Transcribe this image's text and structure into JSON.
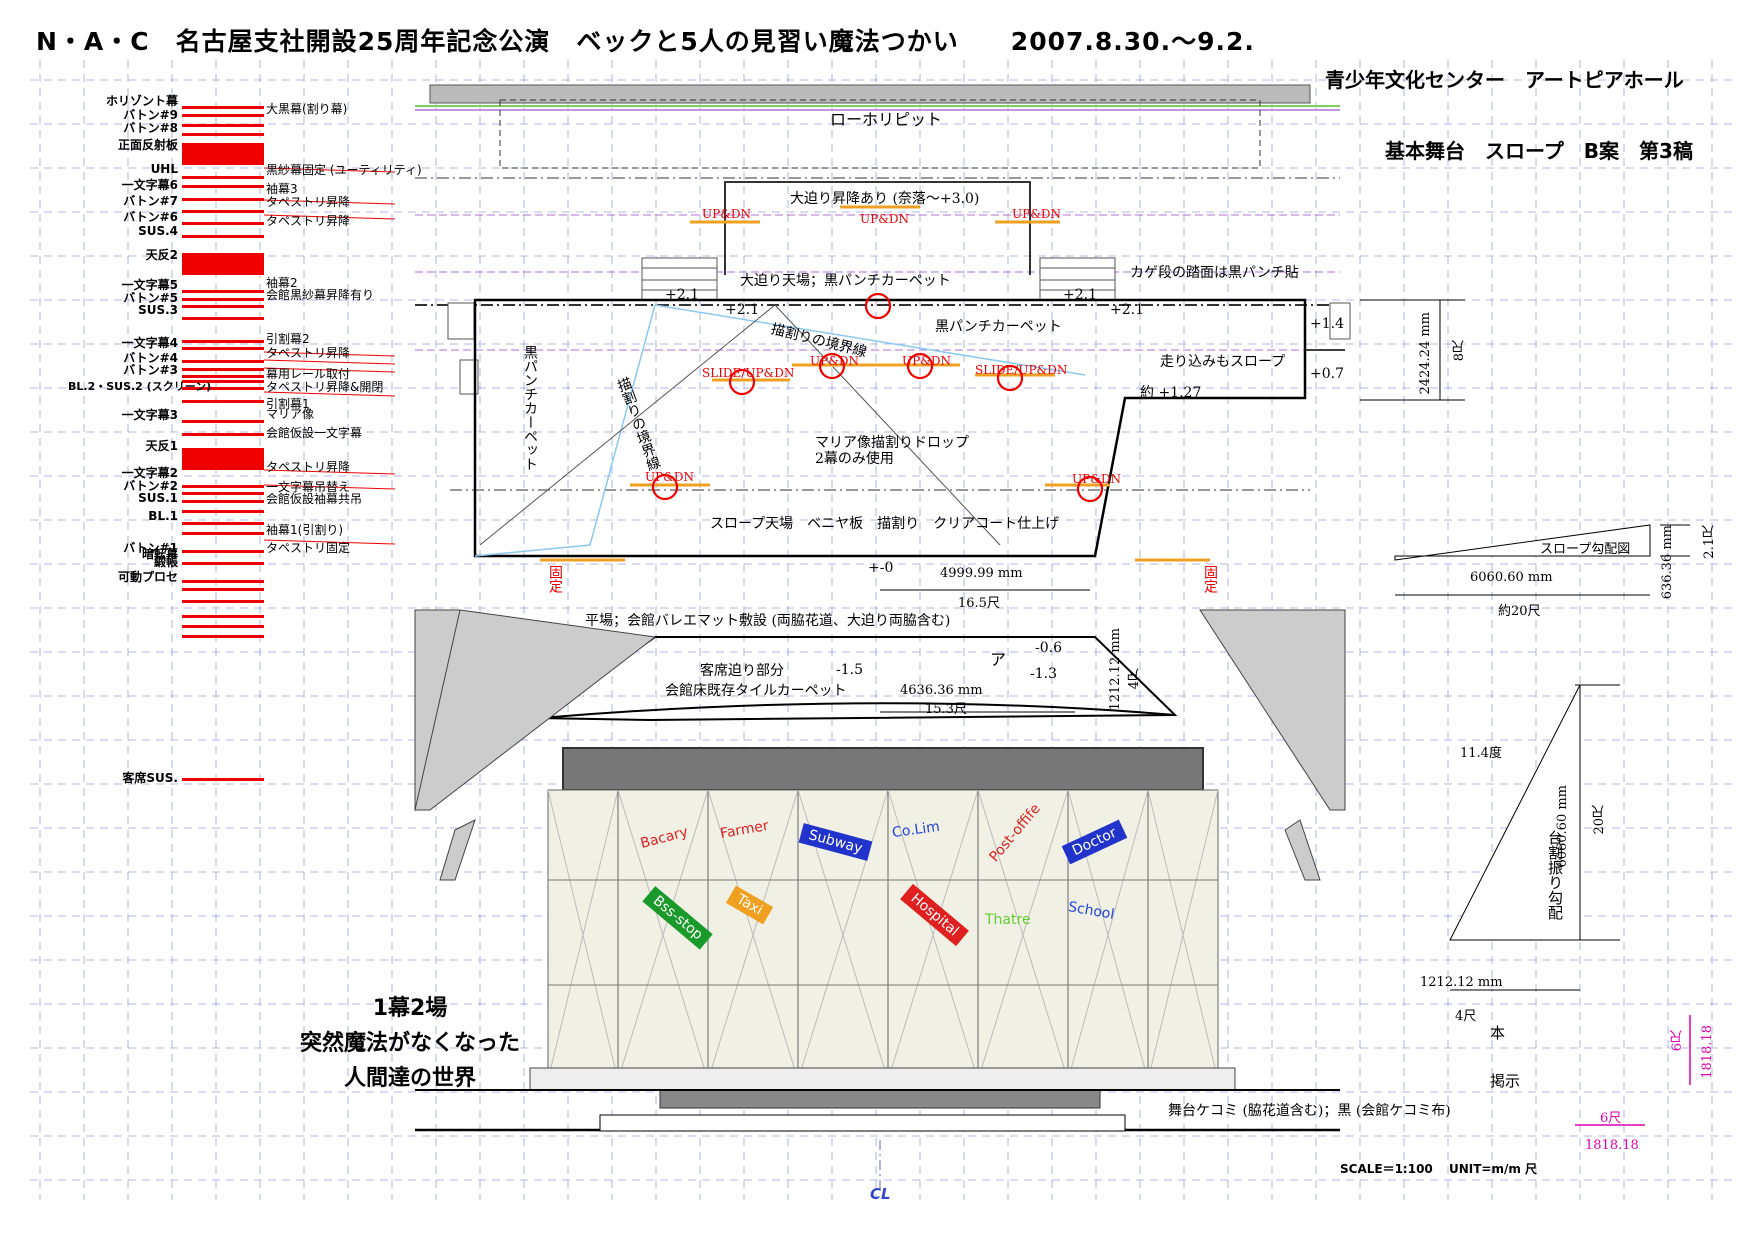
{
  "header": {
    "title": "N・A・C　名古屋支社開設25周年記念公演　ベックと5人の見習い魔法つかい　　2007.8.30.〜9.2.",
    "venue": "青少年文化センター　アートピアホール",
    "plan": "基本舞台　スロープ　B案　第3稿"
  },
  "left_labels": [
    "ホリゾント幕",
    "バトン#9",
    "バトン#8",
    "正面反射板",
    "UHL",
    "一文字幕6",
    "バトン#7",
    "バトン#6",
    "SUS.4",
    "天反2",
    "一文字幕5",
    "バトン#5",
    "SUS.3",
    "一文字幕4",
    "バトン#4",
    "バトン#3",
    "BL.2・SUS.2 (スクリーン)",
    "一文字幕3",
    "天反1",
    "一文字幕2",
    "バトン#2",
    "SUS.1",
    "BL.1",
    "暗転幕",
    "バトン#1",
    "緞帳",
    "可動プロセ",
    "客席SUS."
  ],
  "mid_labels": [
    "大黒幕(割り幕)",
    "黒紗幕固定 (ユーティリティ)",
    "袖幕3",
    "タペストリ昇降",
    "タペストリ昇降",
    "袖幕2",
    "会館黒紗幕昇降有り",
    "引割幕2",
    "タペストリ昇降",
    "幕用レール取付",
    "タペストリ昇降&開閉",
    "引割幕1",
    "マリア像",
    "会館仮設一文字幕",
    "タペストリ昇降",
    "一文字幕吊替え",
    "会館仮設袖幕共吊",
    "袖幕1(引割り)",
    "タペストリ固定"
  ],
  "stage": {
    "low_pit": "ローホリピット",
    "big_lift": "大迫り昇降あり (奈落〜+3.0)",
    "lift_top": "大迫り天場；黒パンチカーペット",
    "kage": "カゲ段の踏面は黒パンチ貼",
    "carpet": "黒パンチカーペット",
    "carpet_vert": "黒パンチカーペット",
    "boundary1": "描割りの境界線",
    "boundary2": "描割りの境界線",
    "runway": "走り込みもスロープ",
    "approx": "約 +1.27",
    "maria": "マリア像描割りドロップ",
    "maria2": "2幕のみ使用",
    "slope_top": "スロープ天場　ベニヤ板　描割り　クリアコート仕上げ",
    "fixed": "固定",
    "floor": "平場；会館バレエマット敷設 (両脇花道、大迫り両脇含む)",
    "aud1": "客席迫り部分",
    "aud2": "会館床既存タイルカーペット",
    "kekomi": "舞台ケコミ (脇花道含む)；黒 (会館ケコミ布)",
    "cl": "CL",
    "scale": "SCALE＝1:100　 UNIT=m/m 尺",
    "updn": "UP&DN",
    "slide": "SLIDE/UP&DN",
    "a": "ア",
    "plus21": "+2.1",
    "plus14": "+1.4",
    "plus07": "+0.7",
    "zero": "+-0",
    "m06": "-0.6",
    "m13": "-1.3",
    "m15": "-1.5"
  },
  "dims": {
    "d1": "2424.24 mm",
    "d1s": "8尺",
    "d2": "4999.99 mm",
    "d2s": "16.5尺",
    "d3": "4636.36 mm",
    "d3s": "15.3尺",
    "d4": "1212.12 mm",
    "d4s": "4尺",
    "slope_title": "スロープ勾配図",
    "d5": "6060.60 mm",
    "d5s": "約20尺",
    "d6": "636.36 mm",
    "d6s": "2.1尺",
    "angle": "11.4度",
    "d7": "6060.60 mm",
    "d7s": "20尺",
    "d8": "1212.12 mm",
    "d8s": "4尺",
    "daiwari": "台割振り勾配",
    "hon": "本",
    "kei": "掲示",
    "six": "6尺",
    "six_mm": "1818.18",
    "six2": "6尺",
    "six2_mm": "1818.18"
  },
  "scene": {
    "l1": "1幕2場",
    "l2": "突然魔法がなくなった",
    "l3": "人間達の世界"
  },
  "signs": [
    {
      "text": "Bacary",
      "color": "#e02020",
      "boxed": false
    },
    {
      "text": "Farmer",
      "color": "#e02020",
      "boxed": false
    },
    {
      "text": "Subway",
      "color": "#2233cc",
      "boxed": true
    },
    {
      "text": "Co.Lim",
      "color": "#2244dd",
      "boxed": false
    },
    {
      "text": "Post-offife",
      "color": "#e02020",
      "boxed": false
    },
    {
      "text": "Doctor",
      "color": "#2233cc",
      "boxed": true
    },
    {
      "text": "Bss-stop",
      "color": "#1a9a2a",
      "boxed": true
    },
    {
      "text": "Taxi",
      "color": "#f0a020",
      "boxed": true
    },
    {
      "text": "Hospital",
      "color": "#e02020",
      "boxed": true
    },
    {
      "text": "Thatre",
      "color": "#66cc33",
      "boxed": false
    },
    {
      "text": "School",
      "color": "#2244dd",
      "boxed": false
    }
  ]
}
